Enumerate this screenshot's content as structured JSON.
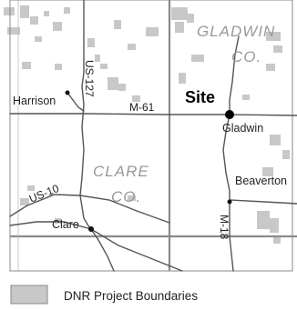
{
  "counties": {
    "gladwin_line1": "GLADWIN",
    "gladwin_line2": "CO.",
    "clare_line1": "CLARE",
    "clare_line2": "CO."
  },
  "towns": {
    "harrison": "Harrison",
    "gladwin": "Gladwin",
    "beaverton": "Beaverton",
    "clare": "Clare"
  },
  "roads": {
    "us127": "US-127",
    "m61": "M-61",
    "us10": "US-10",
    "m18": "M-18"
  },
  "site": {
    "label": "Site"
  },
  "legend": {
    "label": "DNR Project Boundaries"
  },
  "colors": {
    "dnr_fill": "#c8c8c8",
    "road": "#555555",
    "county_line": "#8a8a8a",
    "county_text": "#9a9a9a"
  }
}
